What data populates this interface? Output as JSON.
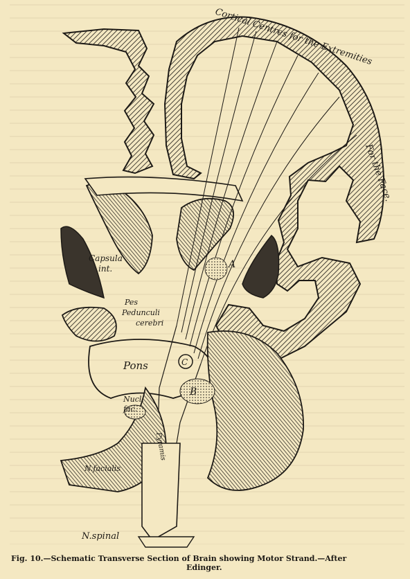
{
  "labels": {
    "cortical_centres": "Cortical Centres for the Extremities",
    "for_the_face": "For the Face.",
    "capsula_int_1": "Capsula",
    "capsula_int_2": "int.",
    "pes_1": "Pes",
    "pes_2": "Pedunculi",
    "pes_3": "cerebri",
    "pons": "Pons",
    "a": "A",
    "b": "B",
    "c": "C",
    "nucl_1": "Nucl.",
    "nucl_2": "fac.",
    "n_facialis": "N.facialis",
    "pyramis": "Pyramis",
    "n_spinal": "N.spinal"
  },
  "caption": {
    "fig": "Fig. 10.",
    "text_line1": "—Schematic Transverse Section of Brain showing Motor Strand.—After",
    "text_line2": "Edinger."
  },
  "colors": {
    "ink": "#1d1a16",
    "paper": "#f4e8c2"
  }
}
